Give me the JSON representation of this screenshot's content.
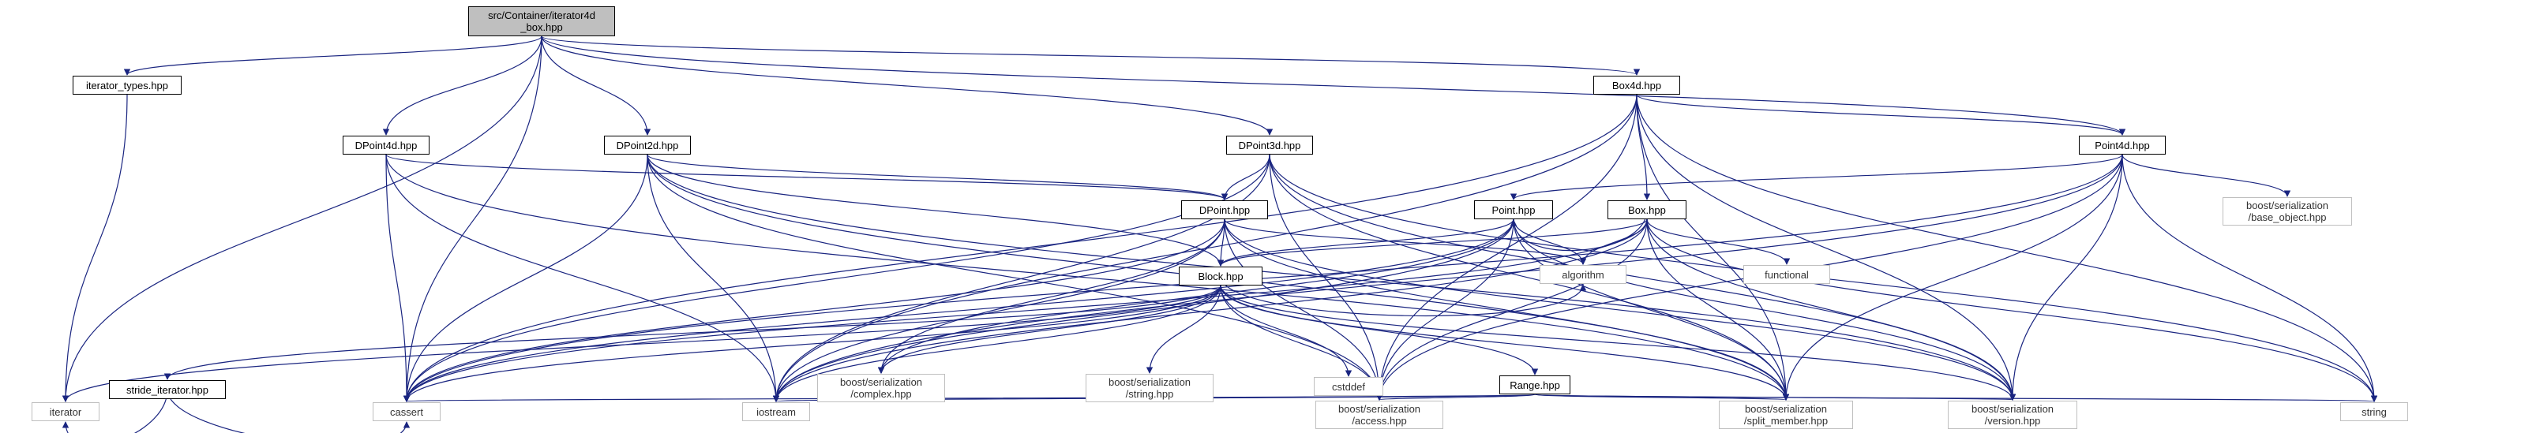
{
  "diagram": {
    "nodes": [
      {
        "id": "root",
        "label": "src/Container/iterator4d\n_box.hpp",
        "kind": "root"
      },
      {
        "id": "iterator_types",
        "label": "iterator_types.hpp",
        "kind": "file"
      },
      {
        "id": "box4d",
        "label": "Box4d.hpp",
        "kind": "file"
      },
      {
        "id": "dpoint4d",
        "label": "DPoint4d.hpp",
        "kind": "file"
      },
      {
        "id": "dpoint2d",
        "label": "DPoint2d.hpp",
        "kind": "file"
      },
      {
        "id": "dpoint3d",
        "label": "DPoint3d.hpp",
        "kind": "file"
      },
      {
        "id": "point4d",
        "label": "Point4d.hpp",
        "kind": "file"
      },
      {
        "id": "dpoint",
        "label": "DPoint.hpp",
        "kind": "file"
      },
      {
        "id": "point",
        "label": "Point.hpp",
        "kind": "file"
      },
      {
        "id": "box",
        "label": "Box.hpp",
        "kind": "file"
      },
      {
        "id": "base_object",
        "label": "boost/serialization\n/base_object.hpp",
        "kind": "ext"
      },
      {
        "id": "block",
        "label": "Block.hpp",
        "kind": "file"
      },
      {
        "id": "algorithm",
        "label": "algorithm",
        "kind": "ext"
      },
      {
        "id": "functional",
        "label": "functional",
        "kind": "ext"
      },
      {
        "id": "stride_iterator",
        "label": "stride_iterator.hpp",
        "kind": "file"
      },
      {
        "id": "complex",
        "label": "boost/serialization\n/complex.hpp",
        "kind": "ext"
      },
      {
        "id": "bstring",
        "label": "boost/serialization\n/string.hpp",
        "kind": "ext"
      },
      {
        "id": "cstddef",
        "label": "cstddef",
        "kind": "ext"
      },
      {
        "id": "range",
        "label": "Range.hpp",
        "kind": "file"
      },
      {
        "id": "iterator",
        "label": "iterator",
        "kind": "ext"
      },
      {
        "id": "cassert",
        "label": "cassert",
        "kind": "ext"
      },
      {
        "id": "iostream",
        "label": "iostream",
        "kind": "ext"
      },
      {
        "id": "access",
        "label": "boost/serialization\n/access.hpp",
        "kind": "ext"
      },
      {
        "id": "split_member",
        "label": "boost/serialization\n/split_member.hpp",
        "kind": "ext"
      },
      {
        "id": "version",
        "label": "boost/serialization\n/version.hpp",
        "kind": "ext"
      },
      {
        "id": "string",
        "label": "string",
        "kind": "ext"
      }
    ],
    "edges": [
      [
        "root",
        "iterator_types"
      ],
      [
        "root",
        "box4d"
      ],
      [
        "root",
        "dpoint4d"
      ],
      [
        "root",
        "dpoint2d"
      ],
      [
        "root",
        "dpoint3d"
      ],
      [
        "root",
        "point4d"
      ],
      [
        "root",
        "iterator"
      ],
      [
        "root",
        "cassert"
      ],
      [
        "iterator_types",
        "iterator"
      ],
      [
        "box4d",
        "point4d"
      ],
      [
        "box4d",
        "box"
      ],
      [
        "box4d",
        "cassert"
      ],
      [
        "box4d",
        "iostream"
      ],
      [
        "box4d",
        "access"
      ],
      [
        "box4d",
        "split_member"
      ],
      [
        "box4d",
        "version"
      ],
      [
        "box4d",
        "string"
      ],
      [
        "dpoint4d",
        "dpoint"
      ],
      [
        "dpoint4d",
        "cassert"
      ],
      [
        "dpoint4d",
        "iostream"
      ],
      [
        "dpoint4d",
        "split_member"
      ],
      [
        "dpoint2d",
        "dpoint"
      ],
      [
        "dpoint2d",
        "block"
      ],
      [
        "dpoint2d",
        "cassert"
      ],
      [
        "dpoint2d",
        "iostream"
      ],
      [
        "dpoint2d",
        "access"
      ],
      [
        "dpoint2d",
        "split_member"
      ],
      [
        "dpoint2d",
        "version"
      ],
      [
        "dpoint3d",
        "dpoint"
      ],
      [
        "dpoint3d",
        "cassert"
      ],
      [
        "dpoint3d",
        "iostream"
      ],
      [
        "dpoint3d",
        "access"
      ],
      [
        "dpoint3d",
        "split_member"
      ],
      [
        "dpoint3d",
        "version"
      ],
      [
        "dpoint3d",
        "string"
      ],
      [
        "point4d",
        "point"
      ],
      [
        "point4d",
        "base_object"
      ],
      [
        "point4d",
        "cassert"
      ],
      [
        "point4d",
        "iostream"
      ],
      [
        "point4d",
        "access"
      ],
      [
        "point4d",
        "split_member"
      ],
      [
        "point4d",
        "version"
      ],
      [
        "point4d",
        "string"
      ],
      [
        "dpoint",
        "block"
      ],
      [
        "dpoint",
        "algorithm"
      ],
      [
        "dpoint",
        "complex"
      ],
      [
        "dpoint",
        "cassert"
      ],
      [
        "dpoint",
        "iostream"
      ],
      [
        "dpoint",
        "access"
      ],
      [
        "dpoint",
        "split_member"
      ],
      [
        "dpoint",
        "version"
      ],
      [
        "point",
        "block"
      ],
      [
        "point",
        "algorithm"
      ],
      [
        "point",
        "complex"
      ],
      [
        "point",
        "cassert"
      ],
      [
        "point",
        "iostream"
      ],
      [
        "point",
        "access"
      ],
      [
        "point",
        "split_member"
      ],
      [
        "point",
        "version"
      ],
      [
        "box",
        "point"
      ],
      [
        "box",
        "block"
      ],
      [
        "box",
        "algorithm"
      ],
      [
        "box",
        "functional"
      ],
      [
        "box",
        "cassert"
      ],
      [
        "box",
        "iostream"
      ],
      [
        "box",
        "access"
      ],
      [
        "box",
        "split_member"
      ],
      [
        "box",
        "version"
      ],
      [
        "box",
        "string"
      ],
      [
        "block",
        "stride_iterator"
      ],
      [
        "block",
        "complex"
      ],
      [
        "block",
        "bstring"
      ],
      [
        "block",
        "cstddef"
      ],
      [
        "block",
        "range"
      ],
      [
        "block",
        "iterator"
      ],
      [
        "block",
        "cassert"
      ],
      [
        "block",
        "iostream"
      ],
      [
        "block",
        "access"
      ],
      [
        "block",
        "split_member"
      ],
      [
        "block",
        "version"
      ],
      [
        "block",
        "algorithm"
      ],
      [
        "stride_iterator",
        "iterator"
      ],
      [
        "stride_iterator",
        "cassert"
      ],
      [
        "range",
        "cassert"
      ],
      [
        "range",
        "iostream"
      ],
      [
        "range",
        "access"
      ],
      [
        "range",
        "split_member"
      ],
      [
        "range",
        "version"
      ],
      [
        "range",
        "string"
      ]
    ]
  }
}
